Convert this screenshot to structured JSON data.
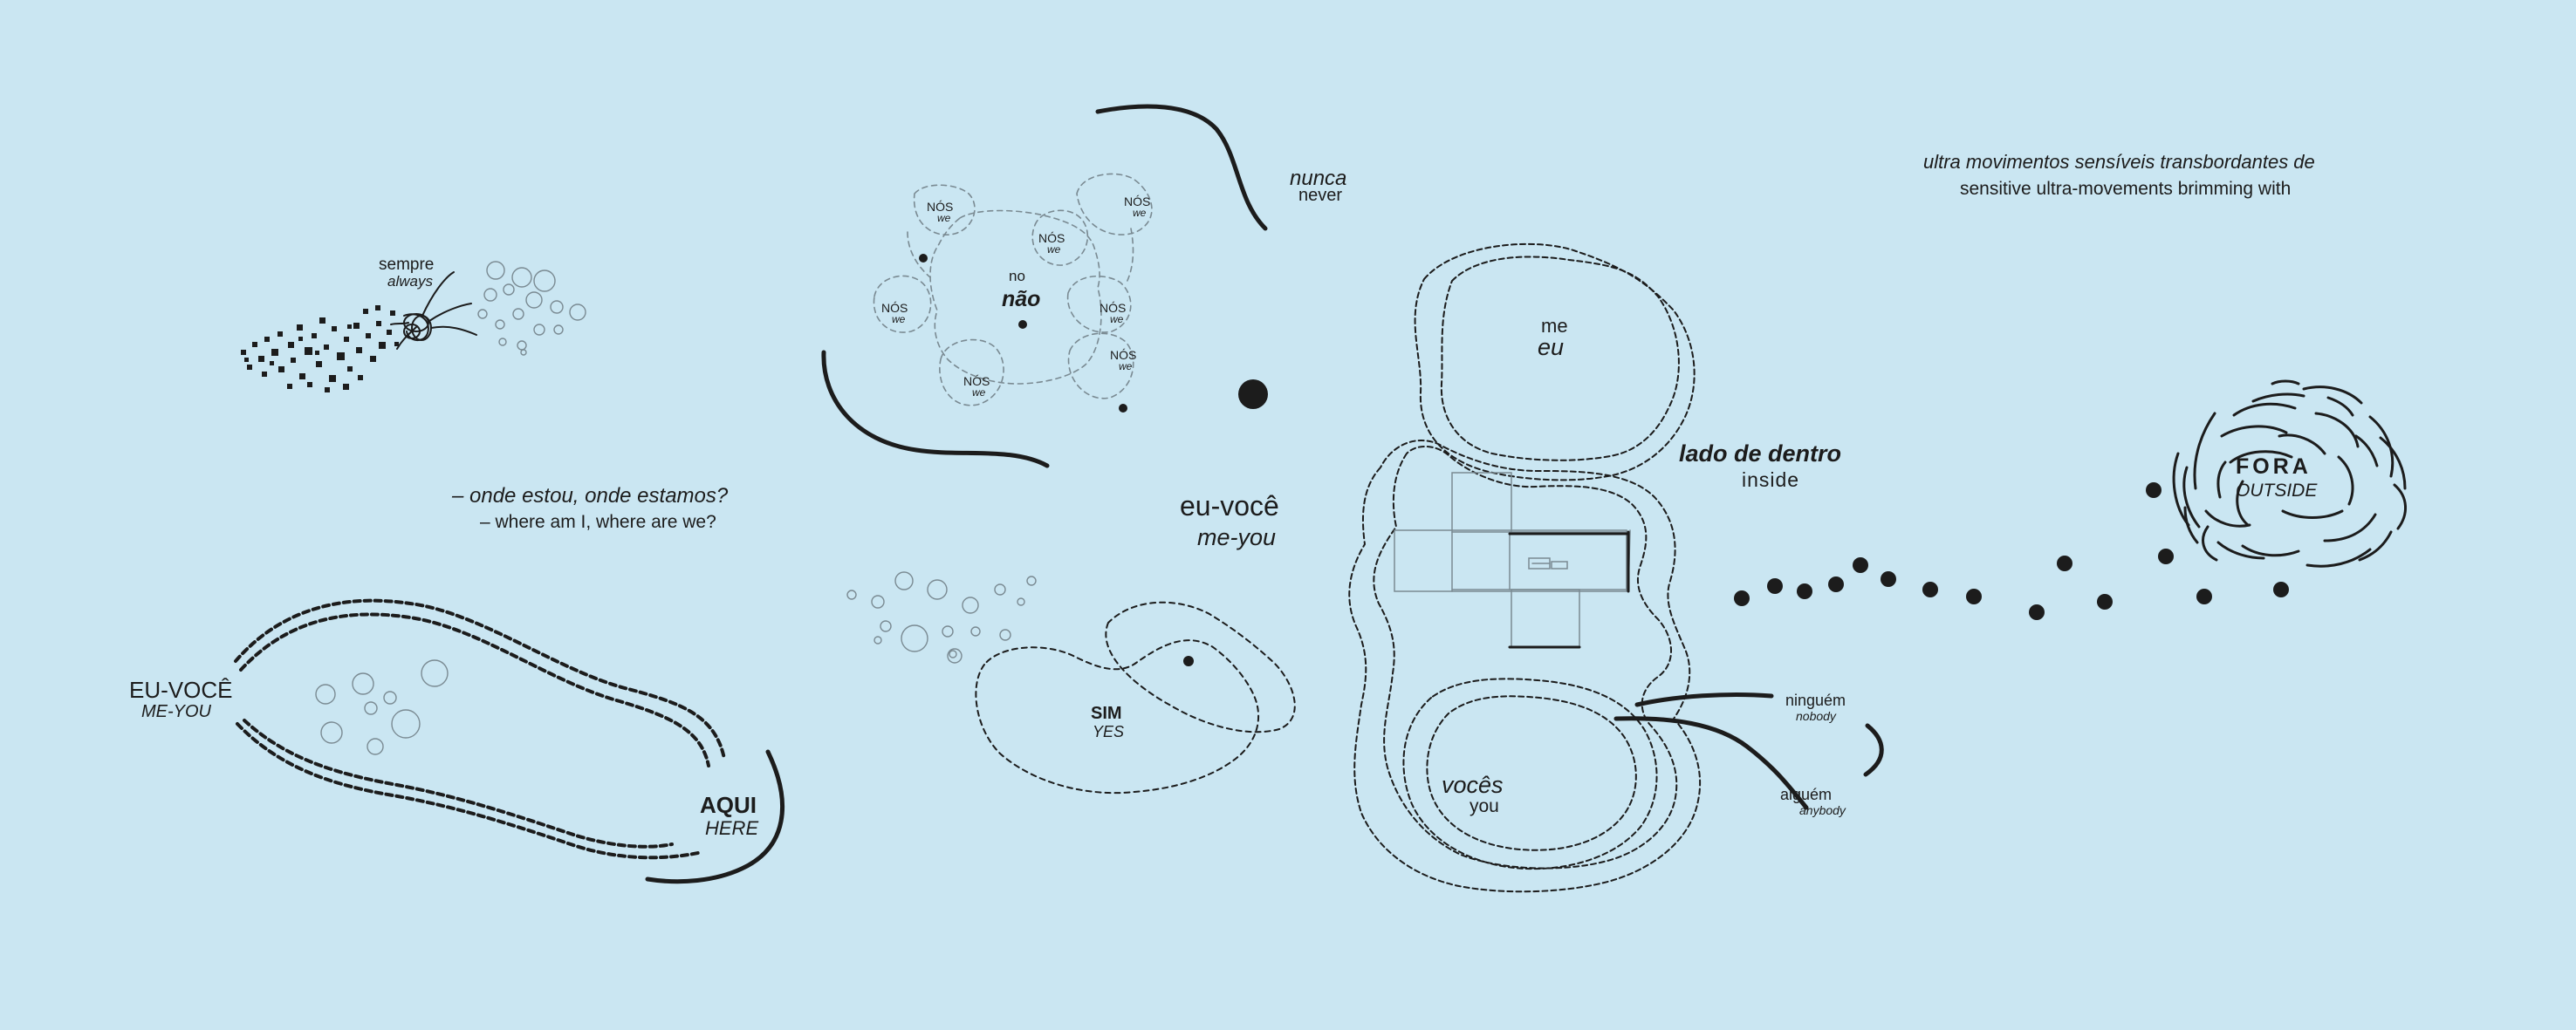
{
  "colors": {
    "background": "#cae6f2",
    "ink": "#1c1c1c",
    "faint": "#7a8a92"
  },
  "labels": {
    "sempre": "sempre",
    "always": "always",
    "onde_pt": "– onde estou, onde estamos?",
    "onde_en": "– where am I, where are we?",
    "eu_voce_caps": "EU-VOCÊ",
    "me_you_caps": "ME-YOU",
    "aqui": "AQUI",
    "here": "HERE",
    "nos": "NÓS",
    "we": "we",
    "no": "no",
    "nao": "não",
    "nunca": "nunca",
    "never": "never",
    "eu_voce": "eu-você",
    "me_you": "me-you",
    "sim": "SIM",
    "yes": "YES",
    "me": "me",
    "eu": "eu",
    "voces": "vocês",
    "you": "you",
    "lado_de_dentro": "lado  de  dentro",
    "inside": "inside",
    "ninguem": "ninguém",
    "nobody": "nobody",
    "alguem": "alguém",
    "anybody": "anybody",
    "fora": "FORA",
    "outside": "OUTSIDE",
    "ultra_pt": "ultra movimentos sensíveis transbordantes de",
    "ultra_en": "sensitive ultra-movements brimming with"
  }
}
